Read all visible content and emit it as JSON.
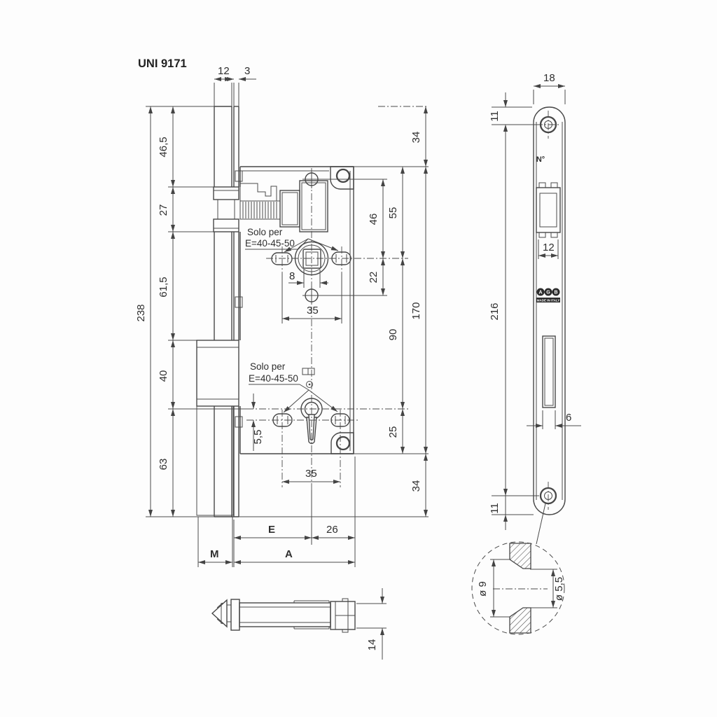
{
  "title": "UNI 9171",
  "main_view": {
    "top": {
      "d12": "12",
      "d3": "3"
    },
    "left": {
      "d46_5": "46,5",
      "d27": "27",
      "d61_5": "61,5",
      "d238": "238",
      "d40": "40",
      "d63": "63"
    },
    "right": {
      "d34_top": "34",
      "d55": "55",
      "d46": "46",
      "d22": "22",
      "d170": "170",
      "d90": "90",
      "d25": "25",
      "d34_bottom": "34"
    },
    "inner": {
      "d8": "8",
      "d35_upper": "35",
      "d5_5": "5,5",
      "d35_lower": "35"
    },
    "note_upper": {
      "line1": "Solo per",
      "line2": "E=40-45-50"
    },
    "note_lower": {
      "line1": "Solo per",
      "line2": "E=40-45-50"
    },
    "bottom": {
      "e": "E",
      "d26": "26",
      "m": "M",
      "a": "A"
    }
  },
  "faceplate_view": {
    "d18": "18",
    "d11_top": "11",
    "n_label": "N°",
    "d12": "12",
    "logo": {
      "letters": [
        "A",
        "G",
        "B"
      ],
      "made_in": "MADE IN ITALY"
    },
    "d216": "216",
    "d6": "6",
    "d11_bottom": "11"
  },
  "detail_view": {
    "d9": "ø 9",
    "d5_5": "ø 5,5"
  },
  "spindle_view": {
    "d14": "14"
  },
  "colors": {
    "line": "#474747",
    "text": "#2e2e2e",
    "background": "#fdfdfd"
  }
}
